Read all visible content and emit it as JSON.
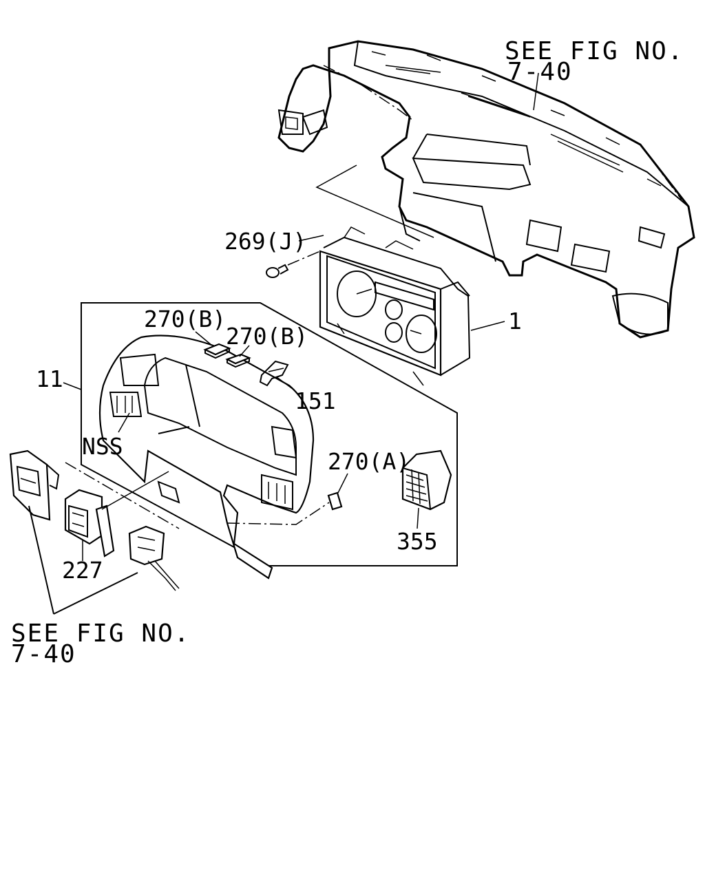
{
  "references": {
    "top_line1": "SEE FIG NO.",
    "top_line2": "7-40",
    "bottom_line1": "SEE FIG NO.",
    "bottom_line2": "7-40"
  },
  "callouts": {
    "p269": "269(J)",
    "p270b_1": "270(B)",
    "p270b_2": "270(B)",
    "p1": "1",
    "p11": "11",
    "p151": "151",
    "nss": "NSS",
    "p270a": "270(A)",
    "p355": "355",
    "p227": "227"
  }
}
